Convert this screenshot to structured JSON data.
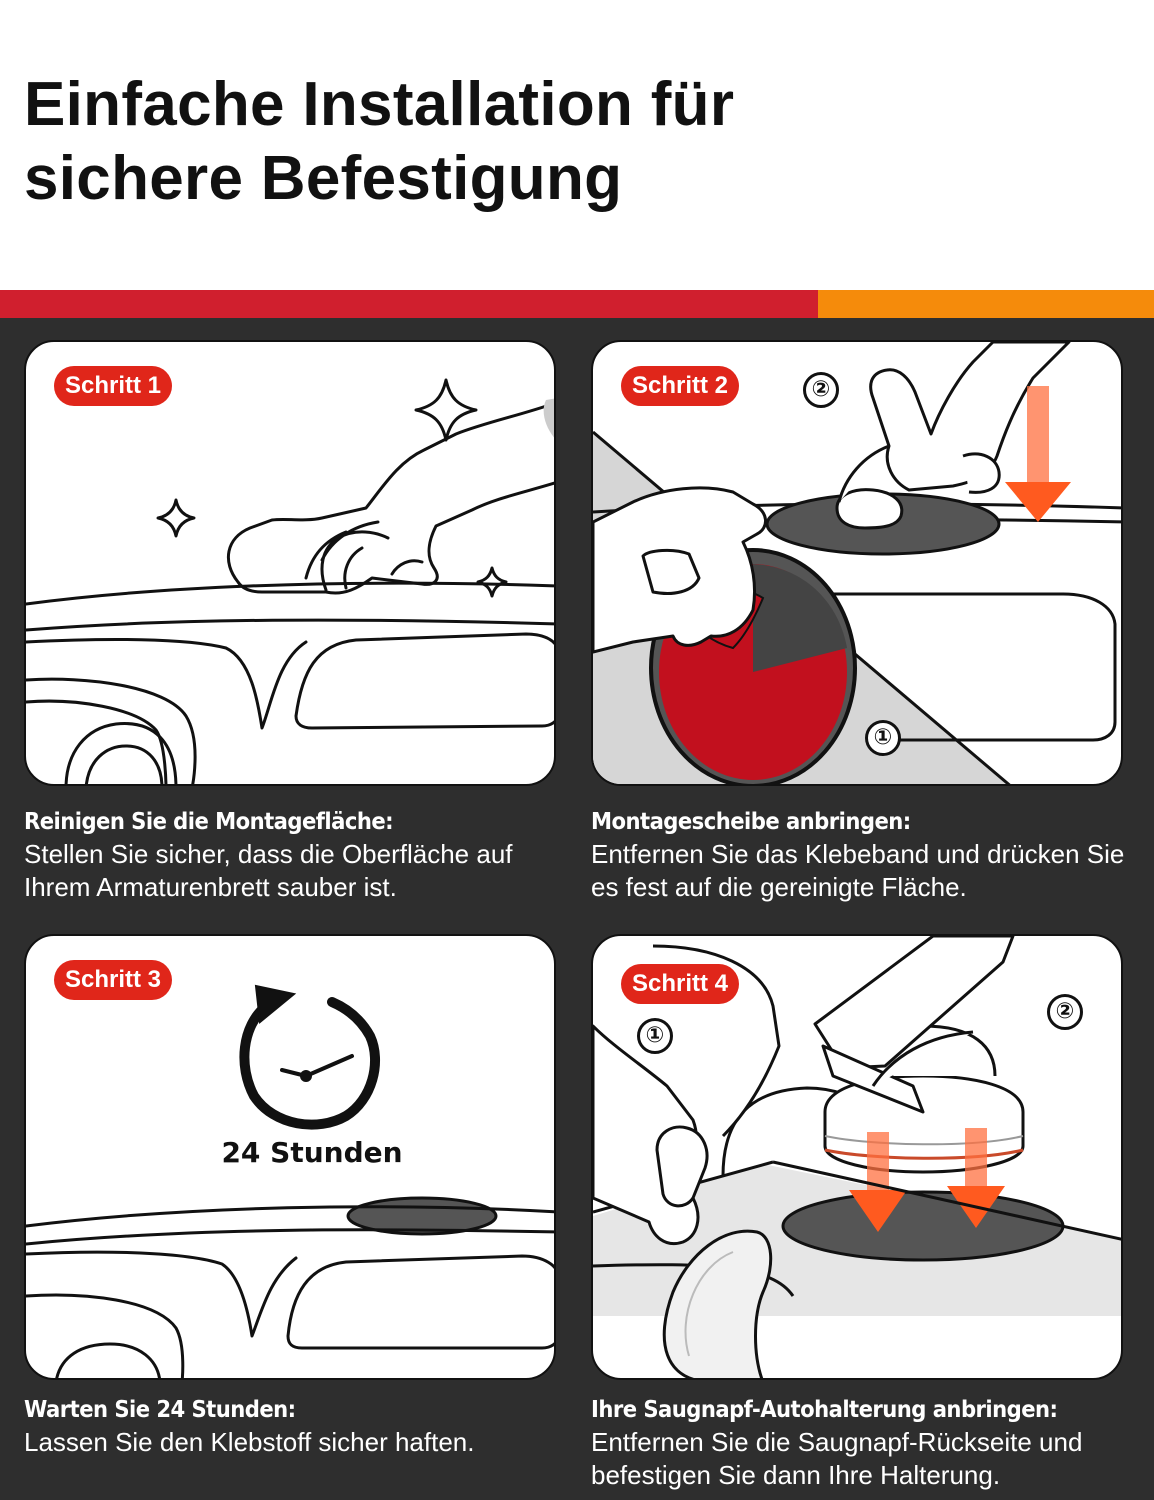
{
  "header": {
    "title_line1": "Einfache Installation für",
    "title_line2": "sichere Befestigung"
  },
  "colors": {
    "accent_red": "#d01f2e",
    "accent_orange": "#f58b0b",
    "badge_red": "#e0261a",
    "panel_background": "#2e2e2e",
    "pad_red": "#c2101e",
    "pad_gray": "#555555",
    "arrow_orange": "#ff5a1f"
  },
  "steps": [
    {
      "badge": "Schritt 1",
      "title": "Reinigen Sie die Montagefläche:",
      "description": "Stellen Sie sicher, dass die Oberfläche auf Ihrem Armaturenbrett sauber ist.",
      "icons": [
        "hand-cloth-icon",
        "sparkle-icon",
        "dashboard-icon",
        "steering-wheel-icon"
      ]
    },
    {
      "badge": "Schritt 2",
      "title": "Montagescheibe anbringen:",
      "description": "Entfernen Sie das Klebeband und drücken Sie es fest auf die gereinigte Fläche.",
      "markers": [
        "①",
        "②"
      ],
      "icons": [
        "peel-tape-icon",
        "press-hand-icon",
        "arrow-down-icon",
        "mounting-disc-icon"
      ]
    },
    {
      "badge": "Schritt 3",
      "hours_label": "24 Stunden",
      "title": "Warten Sie 24 Stunden:",
      "description": "Lassen Sie den Klebstoff sicher haften.",
      "icons": [
        "clock-icon",
        "mounting-disc-icon",
        "dashboard-icon"
      ]
    },
    {
      "badge": "Schritt 4",
      "title": "Ihre Saugnapf-Autohalterung anbringen:",
      "description": "Entfernen Sie die Saugnapf-Rückseite und befestigen Sie dann Ihre Halterung.",
      "markers": [
        "①",
        "②"
      ],
      "icons": [
        "suction-mount-icon",
        "peel-film-icon",
        "arrow-down-icon",
        "mounting-disc-icon"
      ]
    }
  ]
}
